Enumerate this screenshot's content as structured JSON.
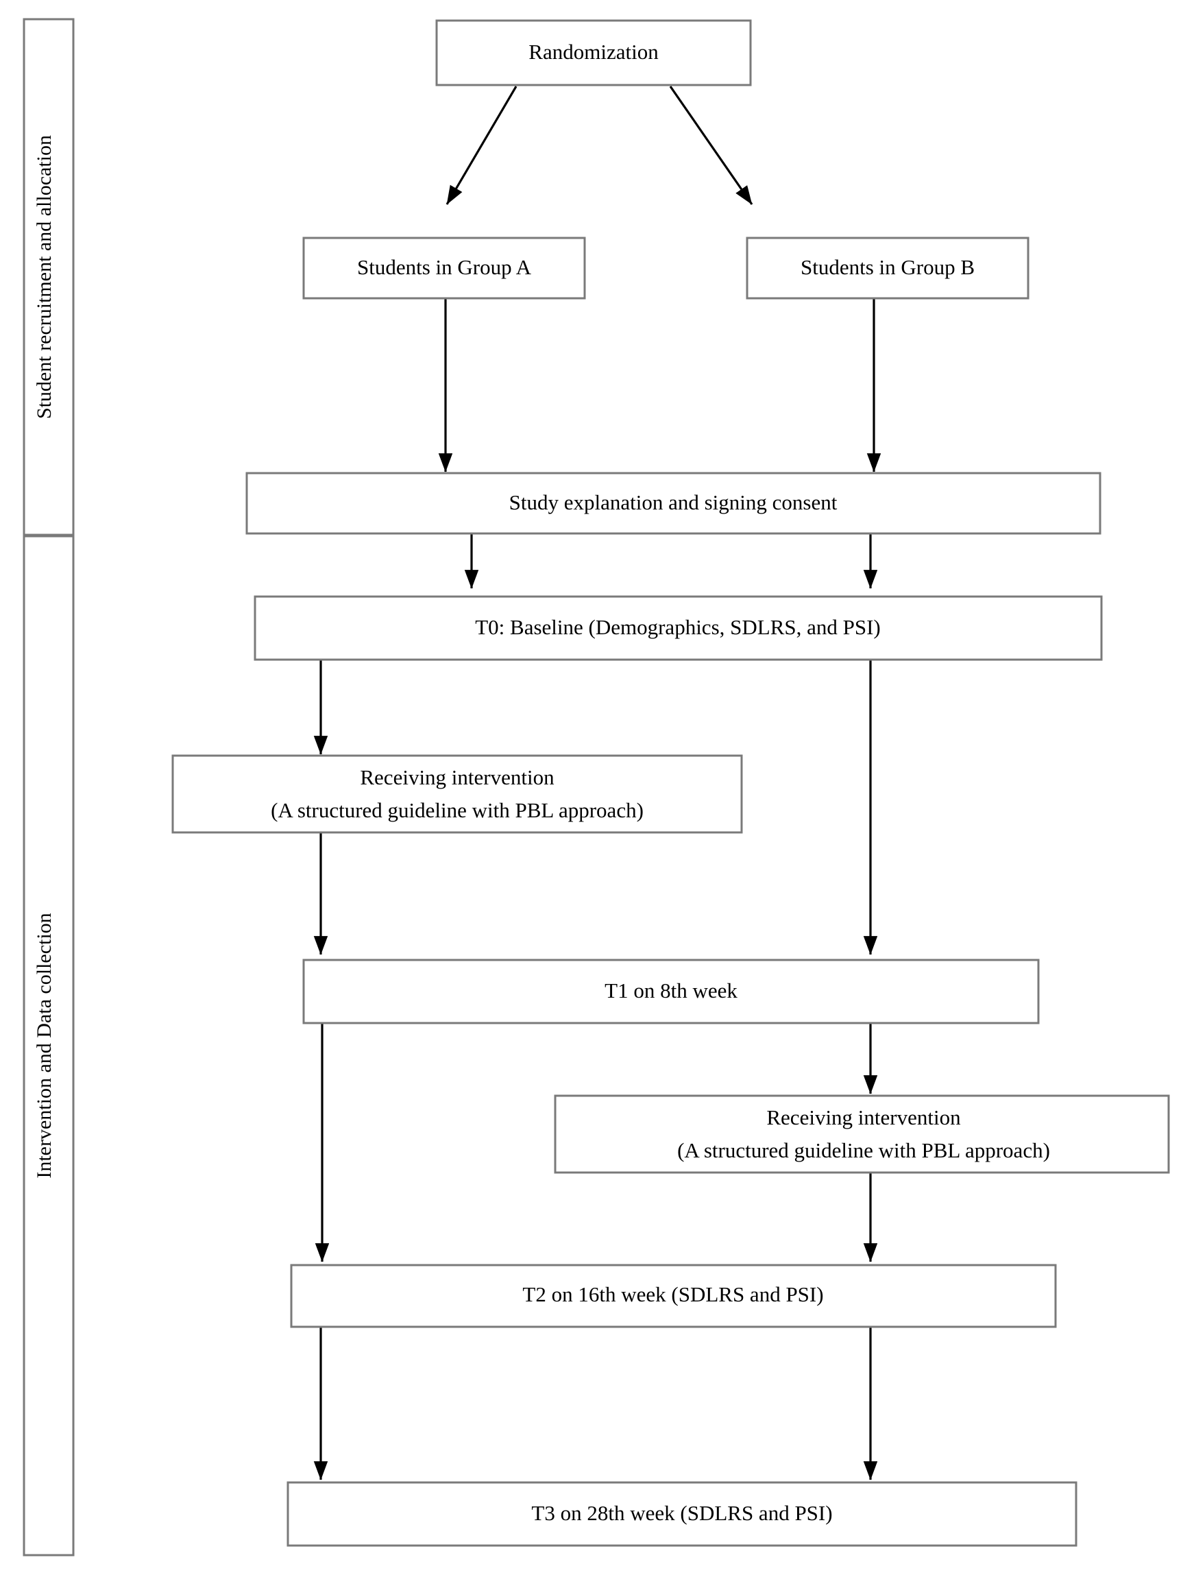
{
  "figure": {
    "type": "flowchart",
    "title": "",
    "orientation": "top-to-bottom",
    "background_color": "#ffffff",
    "box_border_color": "#7a7a7a",
    "arrow_color": "#000000",
    "text_color": "#000000"
  },
  "lanes": [
    {
      "id": "lane-recruitment",
      "label": "Student recruitment and allocation",
      "orientation": "vertical-rotated"
    },
    {
      "id": "lane-intervention",
      "label": "Intervention and Data collection",
      "orientation": "vertical-rotated"
    }
  ],
  "nodes": [
    {
      "id": "randomization",
      "lines": [
        "Randomization"
      ],
      "lane": "lane-recruitment"
    },
    {
      "id": "group-a",
      "lines": [
        "Students in Group A"
      ],
      "lane": "lane-recruitment"
    },
    {
      "id": "group-b",
      "lines": [
        "Students in Group B"
      ],
      "lane": "lane-recruitment"
    },
    {
      "id": "consent",
      "lines": [
        "Study explanation and signing consent"
      ],
      "lane": "lane-recruitment"
    },
    {
      "id": "t0-baseline",
      "lines": [
        "T0: Baseline (Demographics, SDLRS, and PSI)"
      ],
      "lane": "lane-intervention"
    },
    {
      "id": "intervention-a",
      "lines": [
        "Receiving intervention",
        "(A structured guideline with PBL approach)"
      ],
      "lane": "lane-intervention"
    },
    {
      "id": "t1-week8",
      "lines": [
        "T1 on 8th week"
      ],
      "lane": "lane-intervention"
    },
    {
      "id": "intervention-b",
      "lines": [
        "Receiving intervention",
        "(A structured guideline with PBL approach)"
      ],
      "lane": "lane-intervention"
    },
    {
      "id": "t2-week16",
      "lines": [
        "T2 on 16th week (SDLRS and PSI)"
      ],
      "lane": "lane-intervention"
    },
    {
      "id": "t3-week28",
      "lines": [
        "T3 on 28th week (SDLRS and PSI)"
      ],
      "lane": "lane-intervention"
    }
  ],
  "edges": [
    {
      "from": "randomization",
      "to": "group-a",
      "style": "diagonal-arrow"
    },
    {
      "from": "randomization",
      "to": "group-b",
      "style": "diagonal-arrow"
    },
    {
      "from": "group-a",
      "to": "consent",
      "style": "straight-arrow"
    },
    {
      "from": "group-b",
      "to": "consent",
      "style": "straight-arrow"
    },
    {
      "from": "consent",
      "to": "t0-baseline",
      "style": "straight-arrow"
    },
    {
      "from": "t0-baseline",
      "to": "intervention-a",
      "style": "straight-arrow"
    },
    {
      "from": "t0-baseline",
      "to": "t1-week8",
      "style": "straight-arrow"
    },
    {
      "from": "intervention-a",
      "to": "t1-week8",
      "style": "straight-arrow"
    },
    {
      "from": "t1-week8",
      "to": "intervention-b",
      "style": "straight-arrow"
    },
    {
      "from": "t1-week8",
      "to": "t2-week16",
      "style": "straight-arrow"
    },
    {
      "from": "intervention-b",
      "to": "t2-week16",
      "style": "straight-arrow"
    },
    {
      "from": "t2-week16",
      "to": "t3-week28",
      "style": "straight-arrow"
    }
  ]
}
